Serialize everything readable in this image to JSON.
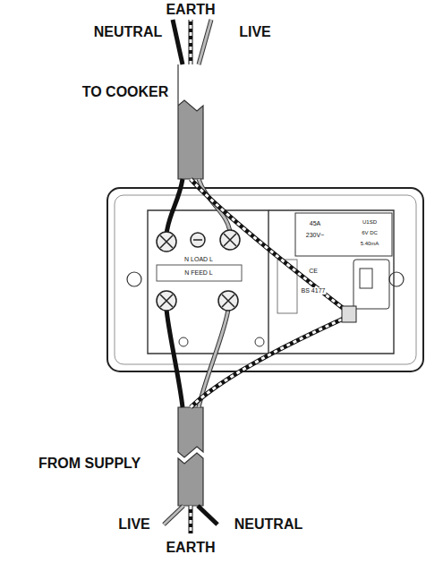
{
  "diagram": {
    "labels": [
      "EARTH",
      "NEUTRAL",
      "LIVE",
      "TO COOKER",
      "N LOAD L",
      "45A",
      "230V~",
      "U1SD",
      "6V DC",
      "5.40mA",
      "CE",
      "BS 4177",
      "N FEED L",
      "FROM SUPPLY",
      "LIVE",
      "NEUTRAL",
      "EARTH"
    ]
  }
}
